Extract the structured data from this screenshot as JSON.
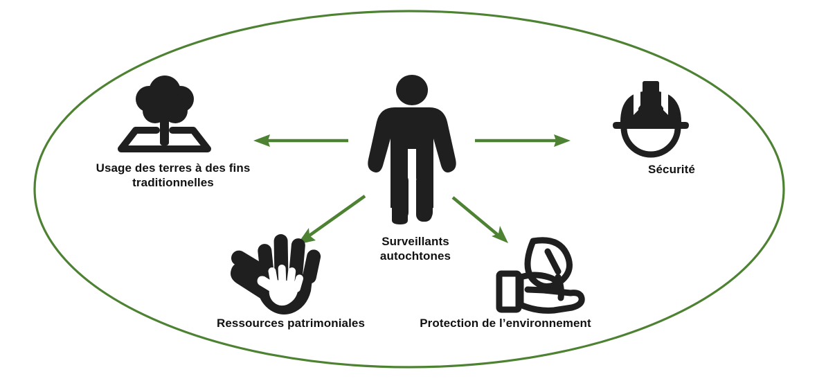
{
  "diagram": {
    "type": "hub-and-spoke",
    "title_node": "Surveillants autochtones",
    "boundary": {
      "shape": "ellipse",
      "stroke_color": "#4E8233",
      "fill_color": "#FFFFFF",
      "stroke_width": 3
    },
    "arrow_color": "#4E8233",
    "icon_color": "#1F1F1F",
    "center": {
      "label": "Surveillants\nautochtones",
      "icon": "person-standing-icon"
    },
    "nodes": [
      {
        "id": "traditional-land-use",
        "label": "Usage des terres à des fins\ntraditionnelles",
        "icon": "tree-on-land-plot-icon",
        "direction": "left",
        "arrow": "arrow-left"
      },
      {
        "id": "security",
        "label": "Sécurité",
        "icon": "hard-hat-icon",
        "direction": "right",
        "arrow": "arrow-right"
      },
      {
        "id": "heritage-resources",
        "label": "Ressources patrimoniales",
        "icon": "hands-heritage-icon",
        "direction": "down-left",
        "arrow": "arrow-down-left"
      },
      {
        "id": "environmental-protection",
        "label": "Protection de l’environnement",
        "icon": "hand-holding-leaf-icon",
        "direction": "down-right",
        "arrow": "arrow-down-right"
      }
    ]
  }
}
